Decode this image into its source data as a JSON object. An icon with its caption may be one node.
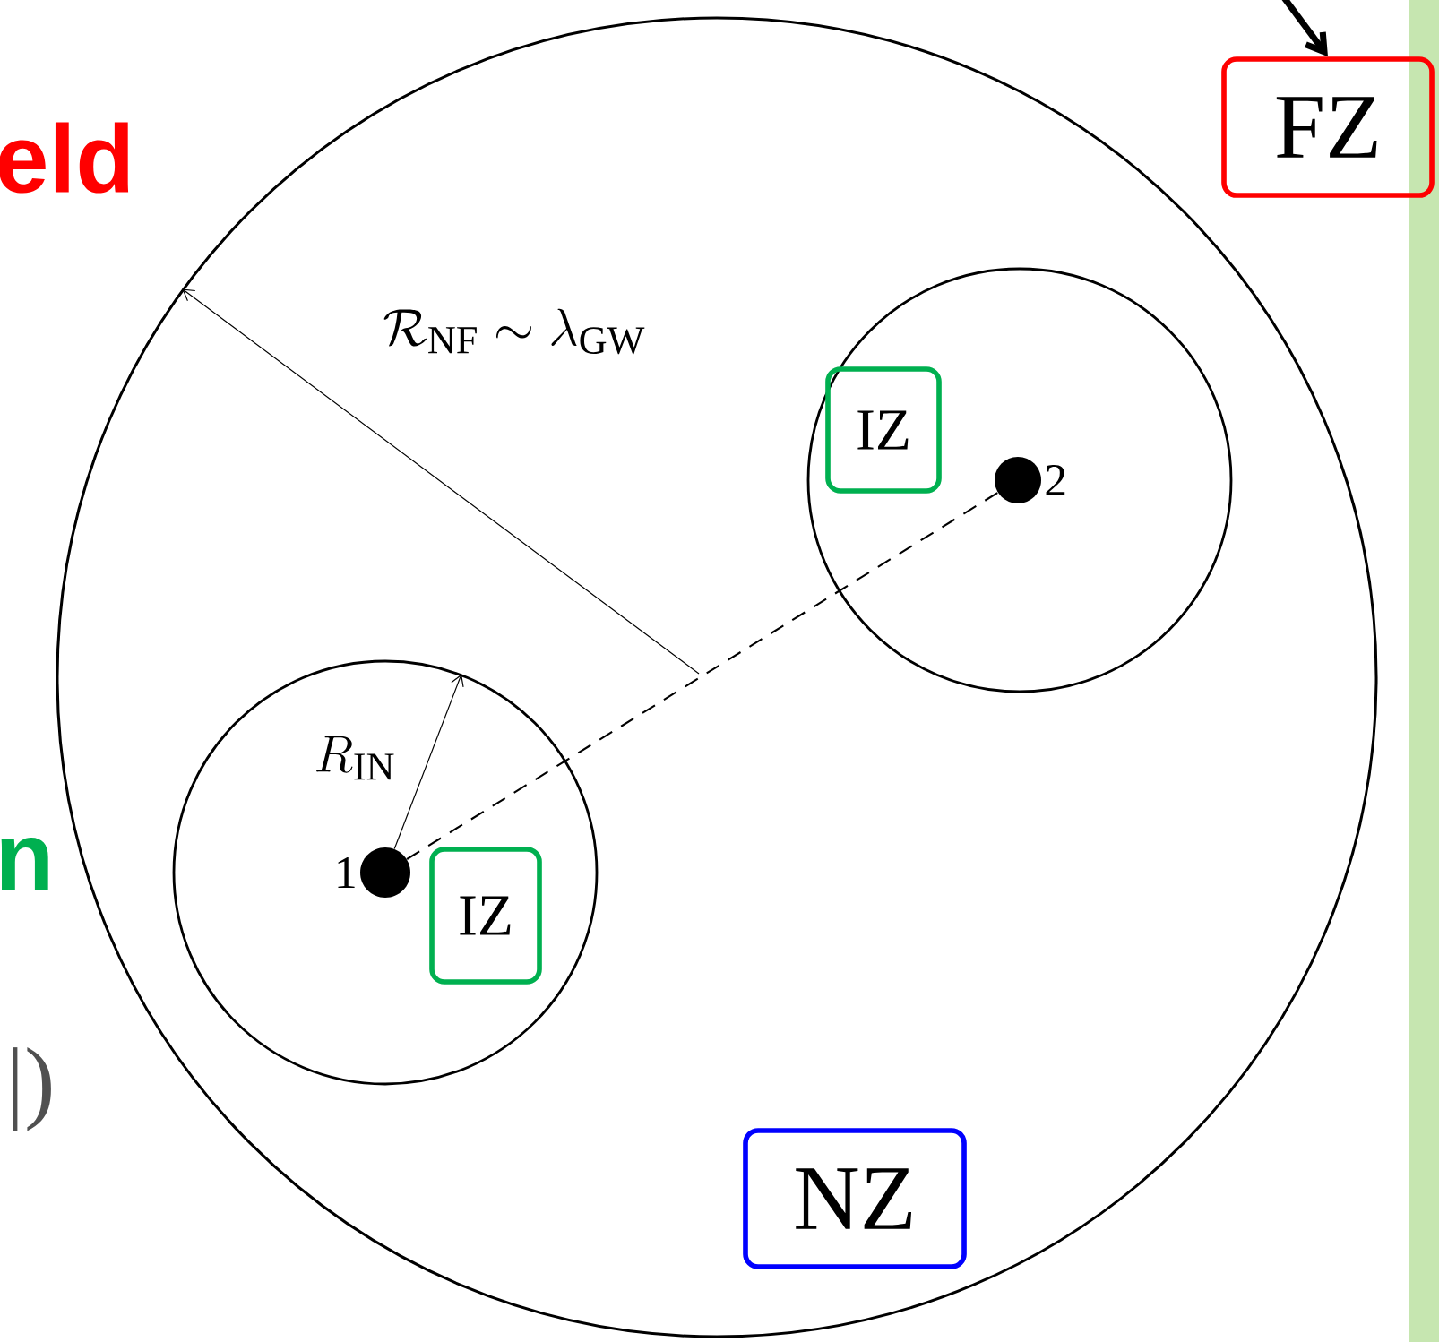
{
  "diagram": {
    "nodes": [
      {
        "text": [],
        "shape": "circle"
      },
      {
        "text": [],
        "shape": "circle",
        "in": 0
      },
      {
        "text": [
          "IZ"
        ],
        "in": 1
      },
      {
        "text": [],
        "shape": "circle",
        "in": 1,
        "beside": [
          "2"
        ]
      },
      {
        "text": [],
        "shape": "circle",
        "in": 0
      },
      {
        "text": [],
        "shape": "circle",
        "in": 4,
        "beside": [
          "1"
        ]
      },
      {
        "text": [
          "IZ"
        ],
        "in": 4
      },
      {
        "text": [
          "NZ"
        ],
        "in": 0
      },
      {
        "text": [
          "FZ"
        ]
      }
    ],
    "edges": [
      {
        "from": 5,
        "to": 3,
        "arrow": "none",
        "style": "dashed"
      },
      {
        "from": null,
        "to": 8,
        "arrow": "to",
        "style": "thick"
      },
      {
        "from": null,
        "to": 0,
        "arrow": "to",
        "label": "\\mathcal{R}_{\\mathrm{NF}} \\sim \\lambda_{\\mathrm{GW}}"
      },
      {
        "from": 5,
        "to": 4,
        "arrow": "to",
        "label": "R_{\\mathrm{IN}}"
      }
    ],
    "labels": [
      "eld",
      "n",
      "|)"
    ]
  }
}
